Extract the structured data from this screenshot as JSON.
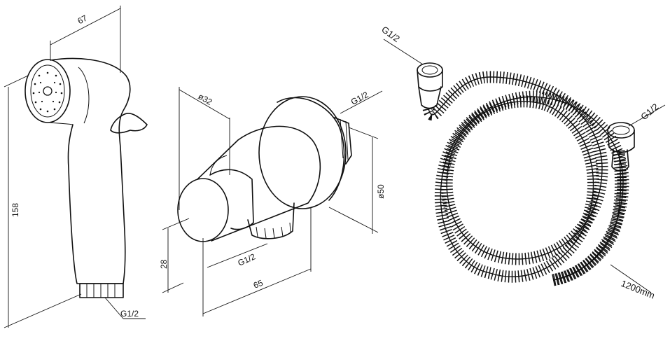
{
  "sprayer": {
    "width_label": "67",
    "height_label": "158",
    "thread_label": "G1/2"
  },
  "holder": {
    "diameter_label": "ø32",
    "thread_top_label": "G1/2",
    "body_diameter_label": "ø50",
    "height_label": "28",
    "thread_bottom_label": "G1/2",
    "length_label": "65"
  },
  "hose": {
    "left_thread_label": "G1/2",
    "right_thread_label": "G1/2",
    "length_label": "1200mm"
  }
}
